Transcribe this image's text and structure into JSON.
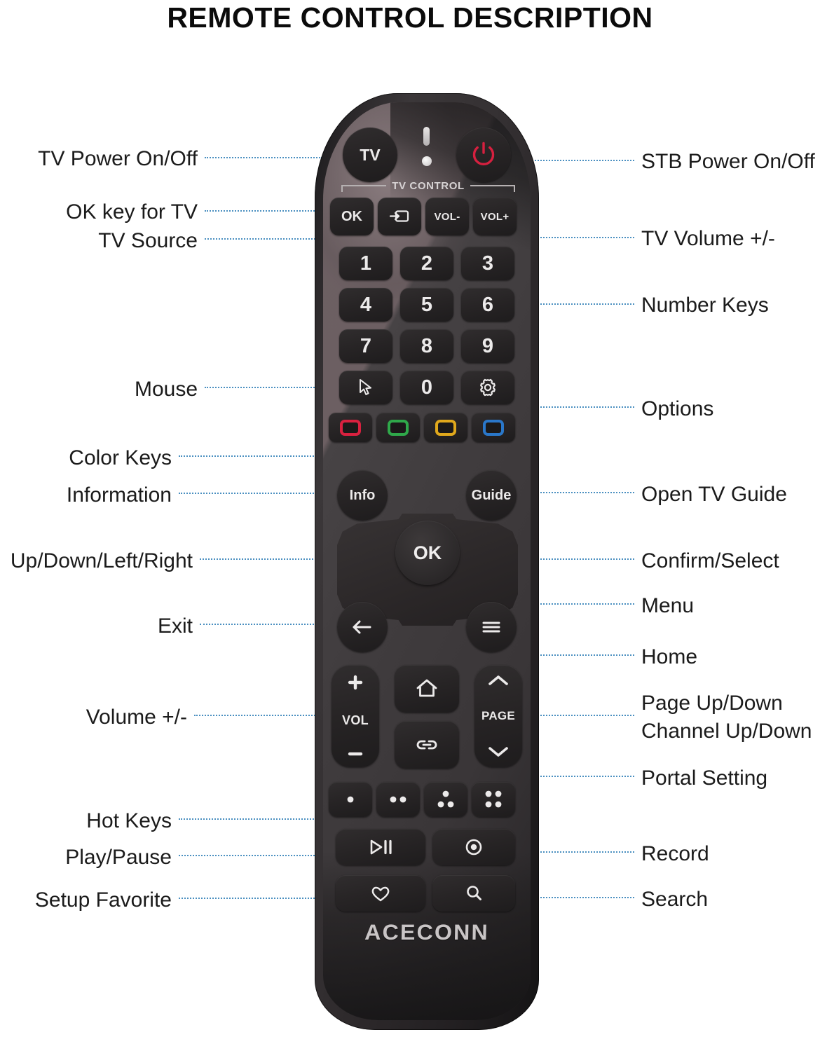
{
  "title": "REMOTE CONTROL DESCRIPTION",
  "brand": "ACECONN",
  "accent_color": "#4a8fc0",
  "remote": {
    "section_label": "TV CONTROL",
    "tv_button": "TV",
    "tv_control_row": [
      "OK",
      "",
      "VOL-",
      "VOL+"
    ],
    "number_keys": [
      "1",
      "2",
      "3",
      "4",
      "5",
      "6",
      "7",
      "8",
      "9",
      "0"
    ],
    "info_button": "Info",
    "guide_button": "Guide",
    "ok_button": "OK",
    "vol_rocker_label": "VOL",
    "page_rocker_label": "PAGE",
    "color_keys": [
      {
        "name": "red-color-key",
        "color": "#d8213f"
      },
      {
        "name": "green-color-key",
        "color": "#2fa84a"
      },
      {
        "name": "yellow-color-key",
        "color": "#e0a81c"
      },
      {
        "name": "blue-color-key",
        "color": "#2a77c9"
      }
    ],
    "power_color": "#d6203f",
    "hot_keys": [
      {
        "name": "hot-key-1",
        "dots": 1
      },
      {
        "name": "hot-key-2",
        "dots": 2
      },
      {
        "name": "hot-key-3",
        "dots": 3
      },
      {
        "name": "hot-key-4",
        "dots": 4
      }
    ],
    "icons": {
      "source": "tv-source-icon",
      "mouse": "mouse-pointer-icon",
      "options": "gear-icon",
      "exit": "back-arrow-icon",
      "menu": "hamburger-menu-icon",
      "home": "home-icon",
      "portal": "link-chain-icon",
      "play_pause": "play-pause-icon",
      "record": "record-icon",
      "favorite": "heart-icon",
      "search": "magnifier-icon"
    }
  },
  "callouts": {
    "left": [
      {
        "id": "tv-power",
        "text": "TV Power On/Off"
      },
      {
        "id": "ok-key-tv",
        "text": "OK key for TV"
      },
      {
        "id": "tv-source",
        "text": "TV Source"
      },
      {
        "id": "mouse",
        "text": "Mouse"
      },
      {
        "id": "color-keys",
        "text": "Color Keys"
      },
      {
        "id": "information",
        "text": "Information"
      },
      {
        "id": "dpad",
        "text": "Up/Down/Left/Right"
      },
      {
        "id": "exit",
        "text": "Exit"
      },
      {
        "id": "volume",
        "text": "Volume +/-"
      },
      {
        "id": "hot-keys",
        "text": "Hot Keys"
      },
      {
        "id": "play-pause",
        "text": "Play/Pause"
      },
      {
        "id": "setup-favorite",
        "text": "Setup Favorite"
      }
    ],
    "right": [
      {
        "id": "stb-power",
        "text": "STB Power On/Off"
      },
      {
        "id": "tv-volume",
        "text": "TV Volume +/-"
      },
      {
        "id": "number-keys",
        "text": "Number Keys"
      },
      {
        "id": "options",
        "text": "Options"
      },
      {
        "id": "open-tv-guide",
        "text": "Open TV Guide"
      },
      {
        "id": "confirm-select",
        "text": "Confirm/Select"
      },
      {
        "id": "menu",
        "text": "Menu"
      },
      {
        "id": "home",
        "text": "Home"
      },
      {
        "id": "page-updown",
        "text": "Page Up/Down"
      },
      {
        "id": "channel-updown",
        "text": "Channel Up/Down"
      },
      {
        "id": "portal-setting",
        "text": "Portal Setting"
      },
      {
        "id": "record",
        "text": "Record"
      },
      {
        "id": "search",
        "text": "Search"
      }
    ]
  }
}
